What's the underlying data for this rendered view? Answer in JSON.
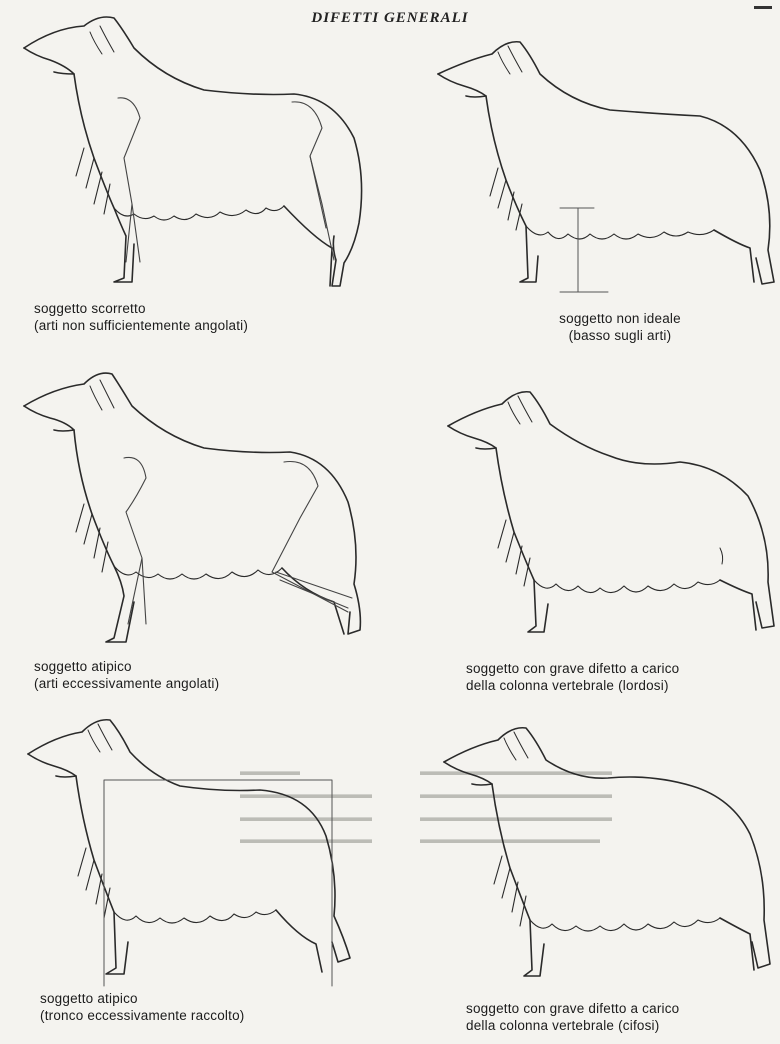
{
  "page": {
    "title": "DIFETTI GENERALI"
  },
  "figures": [
    {
      "id": "fig1",
      "line1": "soggetto scorretto",
      "line2": "(arti non sufficientemente angolati)"
    },
    {
      "id": "fig2",
      "line1": "soggetto non ideale",
      "line2": "(basso sugli arti)"
    },
    {
      "id": "fig3",
      "line1": "soggetto atipico",
      "line2": "(arti eccessivamente angolati)"
    },
    {
      "id": "fig4",
      "line1": "soggetto con grave difetto a carico",
      "line2": "della colonna vertebrale (lordosi)"
    },
    {
      "id": "fig5",
      "line1": "soggetto atipico",
      "line2": "(tronco eccessivamente raccolto)"
    },
    {
      "id": "fig6",
      "line1": "soggetto con grave difetto a carico",
      "line2": "della colonna vertebrale (cifosi)"
    }
  ]
}
